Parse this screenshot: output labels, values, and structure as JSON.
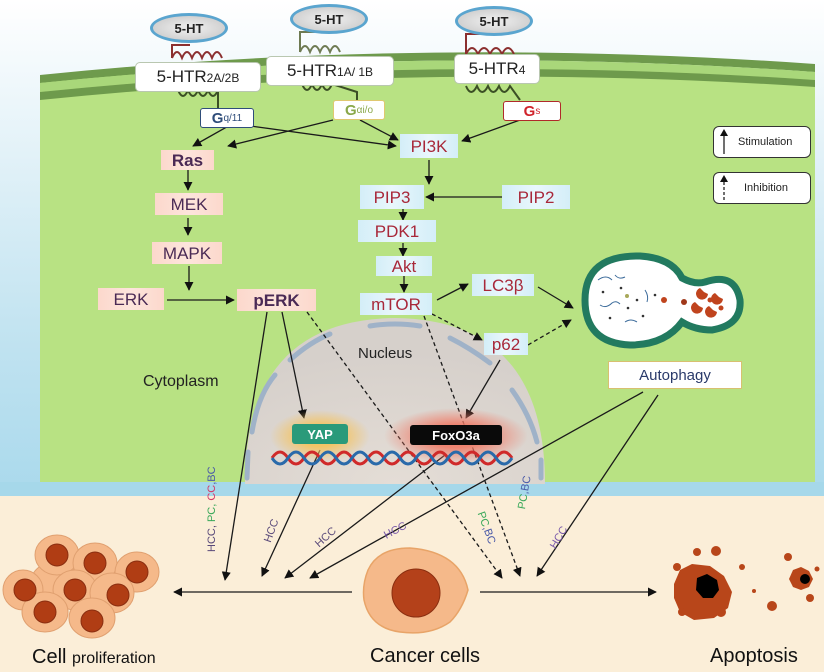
{
  "ligands": [
    {
      "label": "5-HT"
    },
    {
      "label": "5-HT"
    },
    {
      "label": "5-HT"
    }
  ],
  "receptors": [
    {
      "main": "5-HTR",
      "sub": "2A/2B"
    },
    {
      "main": "5-HTR",
      "sub": "1A/ 1B"
    },
    {
      "main": "5-HTR",
      "sub": "4"
    }
  ],
  "g_proteins": [
    {
      "main": "G",
      "sub": "q/11",
      "color": "#2f4d7a"
    },
    {
      "main": "G",
      "sub": "αi/o",
      "color": "#8aa84a"
    },
    {
      "main": "G",
      "sub": "s",
      "color": "#d0242c"
    }
  ],
  "mapk_pathway": [
    "Ras",
    "MEK",
    "MAPK",
    "ERK",
    "pERK"
  ],
  "pi3k_pathway": [
    "PI3K",
    "PIP3",
    "PIP2",
    "PDK1",
    "Akt",
    "mTOR",
    "LC3β",
    "p62"
  ],
  "compartments": {
    "nucleus": "Nucleus",
    "cytoplasm": "Cytoplasm",
    "autophagy": "Autophagy"
  },
  "transcription_factors": {
    "yap": "YAP",
    "foxo3a": "FoxO3a"
  },
  "legend": {
    "stimulation": "Stimulation",
    "inhibition": "Inhibition"
  },
  "cancer_labels": {
    "proliferation_multi": [
      {
        "text": "HCC, ",
        "color": "#5a4a7a"
      },
      {
        "text": "PC, ",
        "color": "#3aa85a"
      },
      {
        "text": "CC",
        "color": "#d43a6a"
      },
      {
        "text": ",BC",
        "color": "#4a5aa8"
      }
    ],
    "hcc_yap": "HCC",
    "hcc_foxo": "HCC",
    "hcc_autophagy": "HCC",
    "hcc_apoptosis": "HCC",
    "pc_bc_1": [
      {
        "text": "PC",
        "color": "#3aa85a"
      },
      {
        "text": ",BC",
        "color": "#4a5aa8"
      }
    ],
    "pc_bc_2": [
      {
        "text": "PC",
        "color": "#3aa85a"
      },
      {
        "text": ",BC",
        "color": "#4a5aa8"
      }
    ]
  },
  "outcomes": {
    "proliferation_main": "Cell ",
    "proliferation_sub": "proliferation",
    "cancer_cells": "Cancer cells",
    "apoptosis": "Apoptosis"
  }
}
